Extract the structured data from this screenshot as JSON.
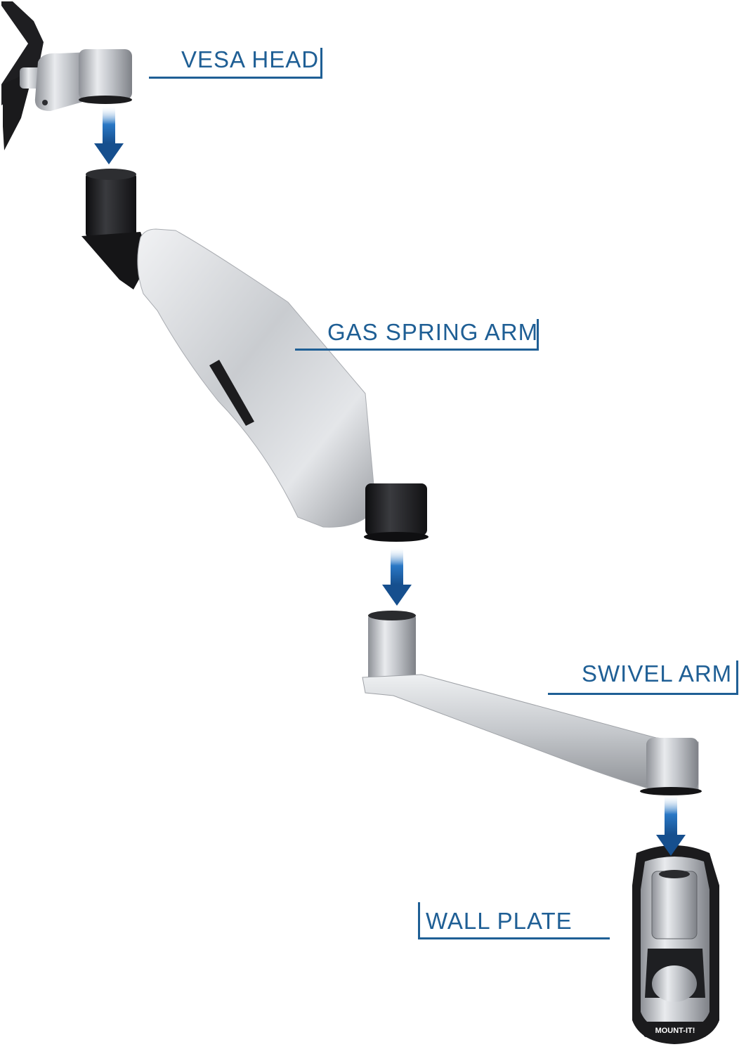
{
  "labels": {
    "vesa_head": "VESA HEAD",
    "gas_spring_arm": "GAS SPRING ARM",
    "swivel_arm": "SWIVEL ARM",
    "wall_plate": "WALL PLATE"
  },
  "brand": "MOUNT-IT!",
  "colors": {
    "accent": "#1f5f95",
    "arrow": "#1b5fa6",
    "metal": "#c4c7cb",
    "black_part": "#1c1c1e"
  },
  "icons": {
    "arrows": "down-arrow-icon"
  }
}
